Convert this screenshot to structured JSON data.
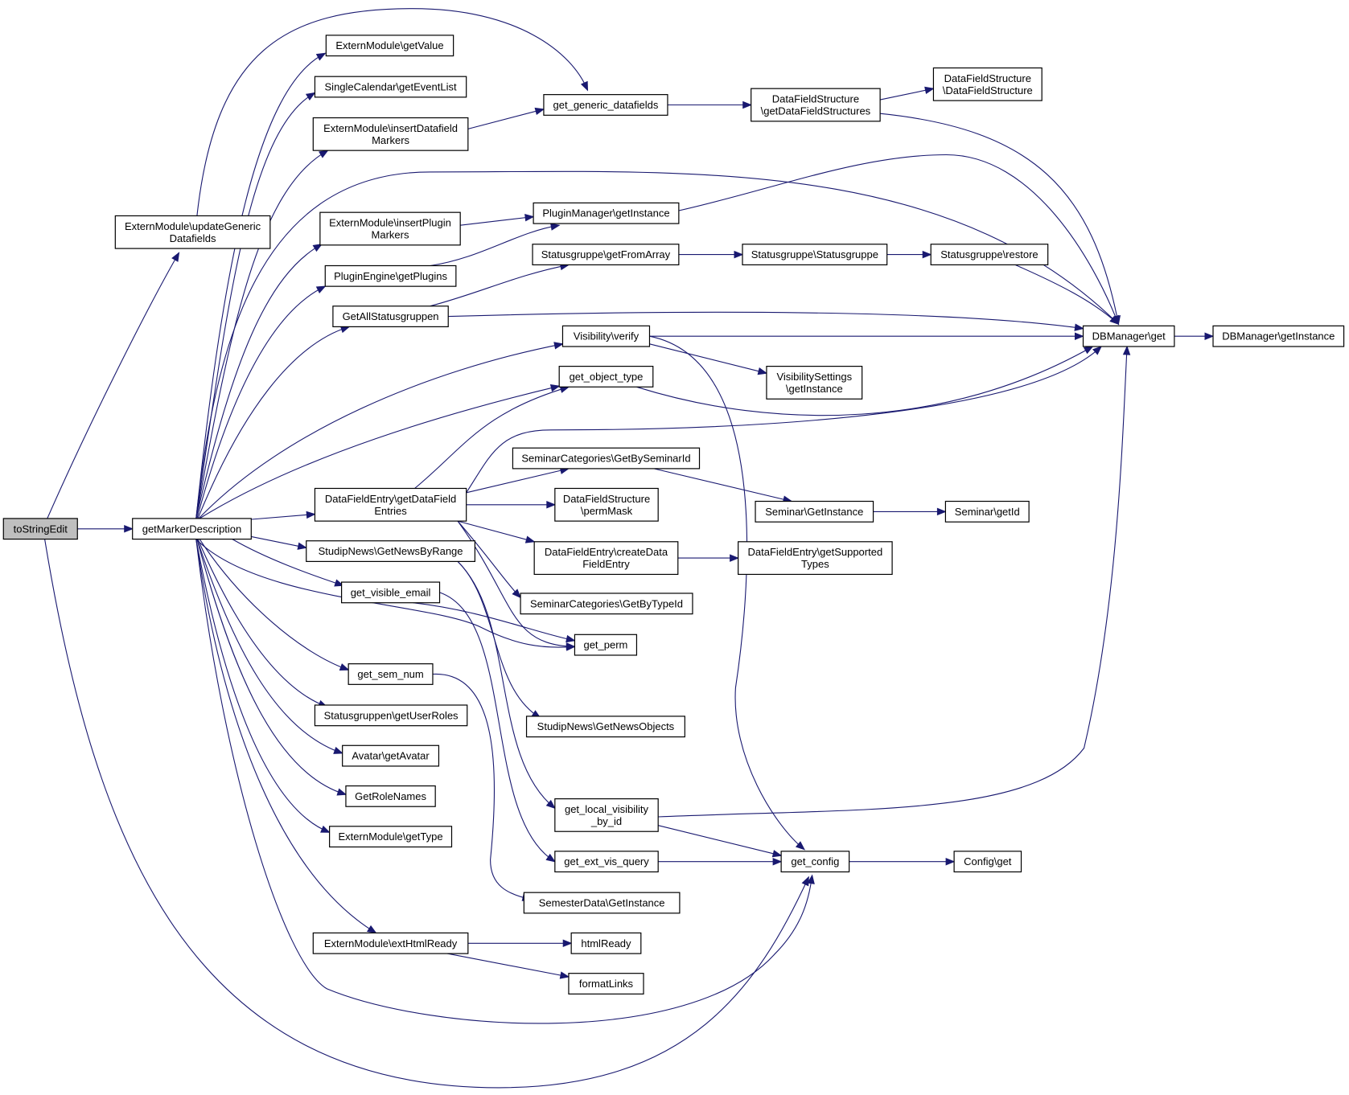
{
  "diagram": {
    "type": "call-graph",
    "colors": {
      "edge": "#191970",
      "node_border": "#000000",
      "node_fill": "#ffffff",
      "root_fill": "#bfbfbf"
    },
    "nodes": [
      {
        "id": "toStringEdit",
        "lines": [
          "toStringEdit"
        ],
        "root": true
      },
      {
        "id": "getMarkerDescription",
        "lines": [
          "getMarkerDescription"
        ]
      },
      {
        "id": "updateGeneric",
        "lines": [
          "ExternModule\\updateGeneric",
          "Datafields"
        ]
      },
      {
        "id": "getValue",
        "lines": [
          "ExternModule\\getValue"
        ]
      },
      {
        "id": "getEventList",
        "lines": [
          "SingleCalendar\\getEventList"
        ]
      },
      {
        "id": "insertDatafield",
        "lines": [
          "ExternModule\\insertDatafield",
          "Markers"
        ]
      },
      {
        "id": "insertPlugin",
        "lines": [
          "ExternModule\\insertPlugin",
          "Markers"
        ]
      },
      {
        "id": "getPlugins",
        "lines": [
          "PluginEngine\\getPlugins"
        ]
      },
      {
        "id": "GetAllStatusgruppen",
        "lines": [
          "GetAllStatusgruppen"
        ]
      },
      {
        "id": "DataFieldEntries",
        "lines": [
          "DataFieldEntry\\getDataField",
          "Entries"
        ]
      },
      {
        "id": "GetNewsByRange",
        "lines": [
          "StudipNews\\GetNewsByRange"
        ]
      },
      {
        "id": "get_visible_email",
        "lines": [
          "get_visible_email"
        ]
      },
      {
        "id": "get_sem_num",
        "lines": [
          "get_sem_num"
        ]
      },
      {
        "id": "getUserRoles",
        "lines": [
          "Statusgruppen\\getUserRoles"
        ]
      },
      {
        "id": "getAvatar",
        "lines": [
          "Avatar\\getAvatar"
        ]
      },
      {
        "id": "GetRoleNames",
        "lines": [
          "GetRoleNames"
        ]
      },
      {
        "id": "getType",
        "lines": [
          "ExternModule\\getType"
        ]
      },
      {
        "id": "extHtmlReady",
        "lines": [
          "ExternModule\\extHtmlReady"
        ]
      },
      {
        "id": "get_generic_datafields",
        "lines": [
          "get_generic_datafields"
        ]
      },
      {
        "id": "PM_getInstance",
        "lines": [
          "PluginManager\\getInstance"
        ]
      },
      {
        "id": "getFromArray",
        "lines": [
          "Statusgruppe\\getFromArray"
        ]
      },
      {
        "id": "Visibility_verify",
        "lines": [
          "Visibility\\verify"
        ]
      },
      {
        "id": "get_object_type",
        "lines": [
          "get_object_type"
        ]
      },
      {
        "id": "GetBySeminarId",
        "lines": [
          "SeminarCategories\\GetBySeminarId"
        ]
      },
      {
        "id": "permMask",
        "lines": [
          "DataFieldStructure",
          "\\permMask"
        ]
      },
      {
        "id": "createDataFieldEntry",
        "lines": [
          "DataFieldEntry\\createData",
          "FieldEntry"
        ]
      },
      {
        "id": "GetByTypeId",
        "lines": [
          "SeminarCategories\\GetByTypeId"
        ]
      },
      {
        "id": "get_perm",
        "lines": [
          "get_perm"
        ]
      },
      {
        "id": "GetNewsObjects",
        "lines": [
          "StudipNews\\GetNewsObjects"
        ]
      },
      {
        "id": "get_local_visibility",
        "lines": [
          "get_local_visibility",
          "_by_id"
        ]
      },
      {
        "id": "get_ext_vis_query",
        "lines": [
          "get_ext_vis_query"
        ]
      },
      {
        "id": "SD_GetInstance",
        "lines": [
          "SemesterData\\GetInstance"
        ]
      },
      {
        "id": "htmlReady",
        "lines": [
          "htmlReady"
        ]
      },
      {
        "id": "formatLinks",
        "lines": [
          "formatLinks"
        ]
      },
      {
        "id": "getDataFieldStructures",
        "lines": [
          "DataFieldStructure",
          "\\getDataFieldStructures"
        ]
      },
      {
        "id": "Statusgruppe_ctor",
        "lines": [
          "Statusgruppe\\Statusgruppe"
        ]
      },
      {
        "id": "VS_getInstance",
        "lines": [
          "VisibilitySettings",
          "\\getInstance"
        ]
      },
      {
        "id": "Seminar_GetInstance",
        "lines": [
          "Seminar\\GetInstance"
        ]
      },
      {
        "id": "getSupportedTypes",
        "lines": [
          "DataFieldEntry\\getSupported",
          "Types"
        ]
      },
      {
        "id": "get_config",
        "lines": [
          "get_config"
        ]
      },
      {
        "id": "DFS_ctor",
        "lines": [
          "DataFieldStructure",
          "\\DataFieldStructure"
        ]
      },
      {
        "id": "Statusgruppe_restore",
        "lines": [
          "Statusgruppe\\restore"
        ]
      },
      {
        "id": "Seminar_getId",
        "lines": [
          "Seminar\\getId"
        ]
      },
      {
        "id": "Config_get",
        "lines": [
          "Config\\get"
        ]
      },
      {
        "id": "DBManager_get",
        "lines": [
          "DBManager\\get"
        ]
      },
      {
        "id": "DBManager_getInstance",
        "lines": [
          "DBManager\\getInstance"
        ]
      }
    ],
    "edges": [
      [
        "toStringEdit",
        "getMarkerDescription"
      ],
      [
        "toStringEdit",
        "updateGeneric"
      ],
      [
        "toStringEdit",
        "get_config"
      ],
      [
        "updateGeneric",
        "get_generic_datafields"
      ],
      [
        "getMarkerDescription",
        "getValue"
      ],
      [
        "getMarkerDescription",
        "getEventList"
      ],
      [
        "getMarkerDescription",
        "insertDatafield"
      ],
      [
        "getMarkerDescription",
        "insertPlugin"
      ],
      [
        "getMarkerDescription",
        "getPlugins"
      ],
      [
        "getMarkerDescription",
        "GetAllStatusgruppen"
      ],
      [
        "getMarkerDescription",
        "Visibility_verify"
      ],
      [
        "getMarkerDescription",
        "get_object_type"
      ],
      [
        "getMarkerDescription",
        "DataFieldEntries"
      ],
      [
        "getMarkerDescription",
        "GetNewsByRange"
      ],
      [
        "getMarkerDescription",
        "get_visible_email"
      ],
      [
        "getMarkerDescription",
        "get_sem_num"
      ],
      [
        "getMarkerDescription",
        "getUserRoles"
      ],
      [
        "getMarkerDescription",
        "getAvatar"
      ],
      [
        "getMarkerDescription",
        "GetRoleNames"
      ],
      [
        "getMarkerDescription",
        "getType"
      ],
      [
        "getMarkerDescription",
        "extHtmlReady"
      ],
      [
        "getMarkerDescription",
        "DBManager_get"
      ],
      [
        "getMarkerDescription",
        "get_config"
      ],
      [
        "getMarkerDescription",
        "get_perm"
      ],
      [
        "insertDatafield",
        "get_generic_datafields"
      ],
      [
        "insertPlugin",
        "PM_getInstance"
      ],
      [
        "getPlugins",
        "PM_getInstance"
      ],
      [
        "GetAllStatusgruppen",
        "getFromArray"
      ],
      [
        "GetAllStatusgruppen",
        "DBManager_get"
      ],
      [
        "DataFieldEntries",
        "get_object_type"
      ],
      [
        "DataFieldEntries",
        "GetBySeminarId"
      ],
      [
        "DataFieldEntries",
        "permMask"
      ],
      [
        "DataFieldEntries",
        "createDataFieldEntry"
      ],
      [
        "DataFieldEntries",
        "GetByTypeId"
      ],
      [
        "DataFieldEntries",
        "get_perm"
      ],
      [
        "DataFieldEntries",
        "DBManager_get"
      ],
      [
        "GetNewsByRange",
        "GetNewsObjects"
      ],
      [
        "GetNewsByRange",
        "get_local_visibility"
      ],
      [
        "get_visible_email",
        "get_perm"
      ],
      [
        "get_visible_email",
        "get_ext_vis_query"
      ],
      [
        "get_sem_num",
        "SD_GetInstance"
      ],
      [
        "extHtmlReady",
        "htmlReady"
      ],
      [
        "extHtmlReady",
        "formatLinks"
      ],
      [
        "get_generic_datafields",
        "getDataFieldStructures"
      ],
      [
        "PM_getInstance",
        "DBManager_get"
      ],
      [
        "getFromArray",
        "Statusgruppe_ctor"
      ],
      [
        "Visibility_verify",
        "VS_getInstance"
      ],
      [
        "Visibility_verify",
        "DBManager_get"
      ],
      [
        "Visibility_verify",
        "get_config"
      ],
      [
        "get_object_type",
        "DBManager_get"
      ],
      [
        "GetBySeminarId",
        "Seminar_GetInstance"
      ],
      [
        "createDataFieldEntry",
        "getSupportedTypes"
      ],
      [
        "get_local_visibility",
        "get_config"
      ],
      [
        "get_local_visibility",
        "DBManager_get"
      ],
      [
        "get_ext_vis_query",
        "get_config"
      ],
      [
        "getDataFieldStructures",
        "DFS_ctor"
      ],
      [
        "getDataFieldStructures",
        "DBManager_get"
      ],
      [
        "Statusgruppe_ctor",
        "Statusgruppe_restore"
      ],
      [
        "Statusgruppe_restore",
        "DBManager_get"
      ],
      [
        "Seminar_GetInstance",
        "Seminar_getId"
      ],
      [
        "get_config",
        "Config_get"
      ],
      [
        "DBManager_get",
        "DBManager_getInstance"
      ]
    ]
  }
}
